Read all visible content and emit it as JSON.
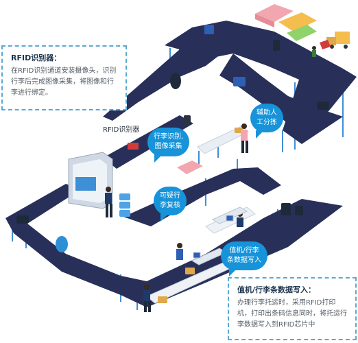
{
  "boxes": {
    "rfid": {
      "title": "RFID识别器：",
      "body": "在RFID识别通道安装摄像头，识别行李后完成图像采集，将图像和行李进行绑定。"
    },
    "checkin": {
      "title": "值机/行李条数据写入：",
      "body": "办理行李托运时，采用RFID打印机，打印出条码信息同时，将托运行李数据写入到RFID芯片中"
    }
  },
  "labels": {
    "rfid_reader": "RFID识别器"
  },
  "bubbles": {
    "identify": [
      "行李识别,",
      "图像采集"
    ],
    "sort": [
      "辅助人",
      "工分拣"
    ],
    "review": [
      "可疑行",
      "李复核"
    ],
    "write": [
      "值机/行李",
      "条数据写入"
    ]
  },
  "colors": {
    "conveyor": "#28305a",
    "legs": "#3f8fd6",
    "bubble": "#1693d9",
    "box_border": "#5aa9d6"
  }
}
